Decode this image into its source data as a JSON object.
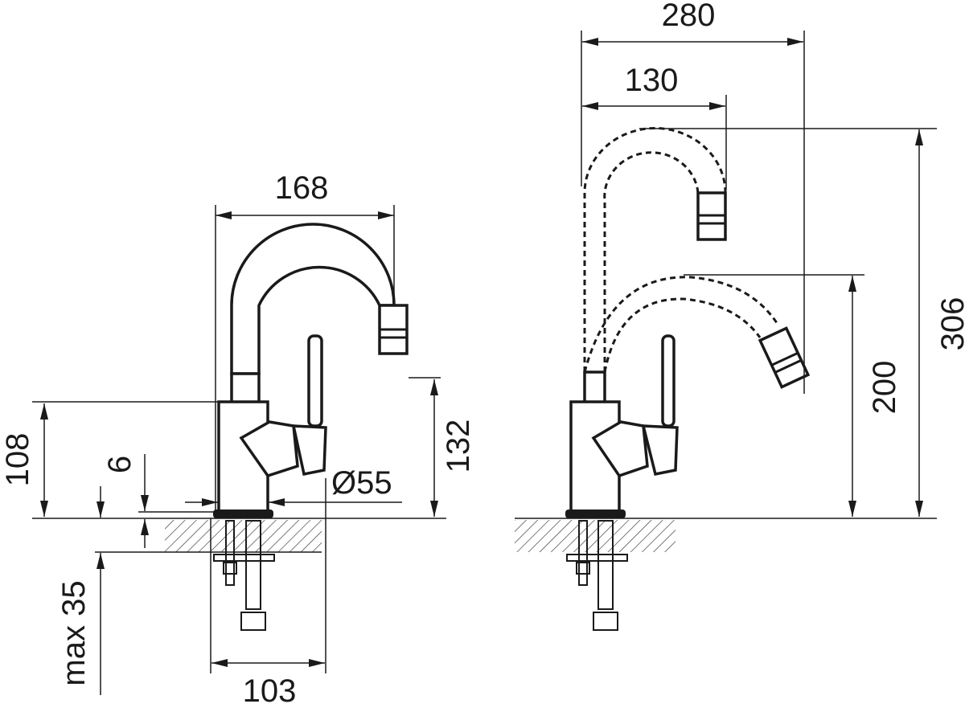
{
  "title": "Faucet dimensional drawing",
  "dimensions": {
    "width_total": "280",
    "spout_reach_raised": "130",
    "spout_reach": "168",
    "height_total": "306",
    "height_spout_lowered": "200",
    "spout_outlet_height": "132",
    "body_height": "108",
    "base_thickness": "6",
    "body_diameter": "Ø55",
    "max_counter_thickness": "max 35",
    "base_width": "103"
  }
}
